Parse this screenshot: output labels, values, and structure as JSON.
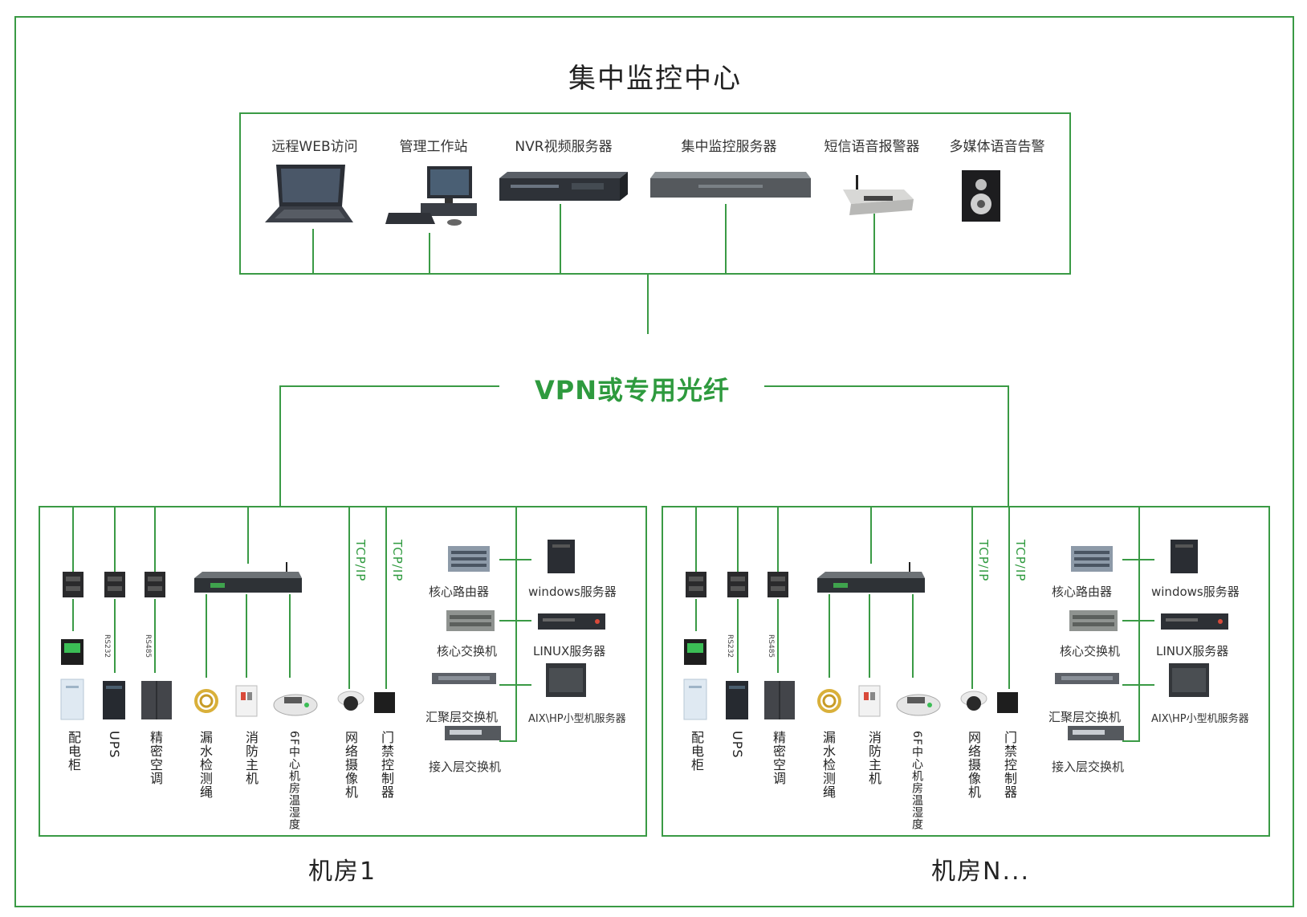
{
  "center": {
    "title": "集中监控中心",
    "devices": [
      {
        "label": "远程WEB访问",
        "icon": "laptop-icon"
      },
      {
        "label": "管理工作站",
        "icon": "desktop-pc-icon"
      },
      {
        "label": "NVR视频服务器",
        "icon": "nvr-icon"
      },
      {
        "label": "集中监控服务器",
        "icon": "rack-server-icon"
      },
      {
        "label": "短信语音报警器",
        "icon": "sms-alarm-icon"
      },
      {
        "label": "多媒体语音告警",
        "icon": "speaker-icon"
      }
    ]
  },
  "network": {
    "label": "VPN或专用光纤"
  },
  "rooms": [
    {
      "title": "机房1",
      "protocols": [
        "TCP/IP",
        "TCP/IP"
      ],
      "bus_labels": [
        "RS232",
        "RS485"
      ],
      "left_devices": [
        "配电柜",
        "UPS",
        "精密空调",
        "漏水检测绳",
        "消防主机",
        "6F中心机房温湿度",
        "网络摄像机",
        "门禁控制器"
      ],
      "right_devices": [
        "核心路由器",
        "windows服务器",
        "核心交换机",
        "LINUX服务器",
        "汇聚层交换机",
        "AIX\\HP小型机服务器",
        "接入层交换机"
      ]
    },
    {
      "title": "机房N...",
      "protocols": [
        "TCP/IP",
        "TCP/IP"
      ],
      "bus_labels": [
        "RS232",
        "RS485"
      ],
      "left_devices": [
        "配电柜",
        "UPS",
        "精密空调",
        "漏水检测绳",
        "消防主机",
        "6F中心机房温湿度",
        "网络摄像机",
        "门禁控制器"
      ],
      "right_devices": [
        "核心路由器",
        "windows服务器",
        "核心交换机",
        "LINUX服务器",
        "汇聚层交换机",
        "AIX\\HP小型机服务器",
        "接入层交换机"
      ]
    }
  ],
  "colors": {
    "line": "#3a9a45",
    "accent": "#2e9a3e"
  }
}
